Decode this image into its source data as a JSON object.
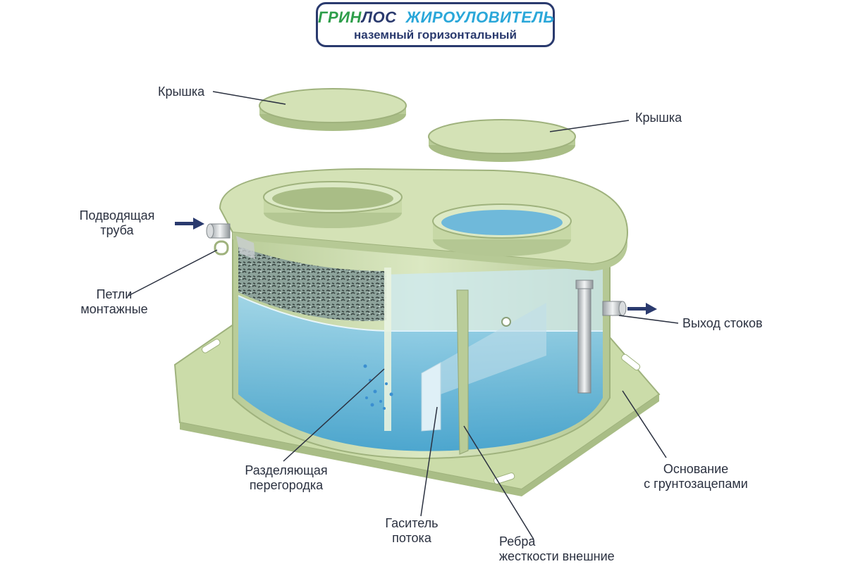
{
  "logo": {
    "brand_green": "ГРИН",
    "brand_blue": "ЛОС",
    "product": "ЖИРОУЛОВИТЕЛЬ",
    "subtitle": "наземный горизонтальный",
    "colors": {
      "green": "#2e9e4a",
      "navy": "#2a3a6e",
      "cyan": "#2aa7d9"
    }
  },
  "labels": {
    "lid_left": "Крышка",
    "lid_right": "Крышка",
    "inlet_pipe": "Подводящая\nтруба",
    "mounting_loops": "Петли\nмонтажные",
    "outlet": "Выход стоков",
    "partition": "Разделяющая\nперегородка",
    "flow_damper": "Гаситель\nпотока",
    "ribs": "Ребра\nжесткости внешние",
    "base": "Основание\nс грунтозацепами"
  },
  "colors": {
    "body": "#d4e2b6",
    "body_dark": "#b6c995",
    "water": "#6fc1e3",
    "water_light": "#bfe5f3",
    "arrow": "#2a3a6e",
    "leader": "#2b3140"
  }
}
